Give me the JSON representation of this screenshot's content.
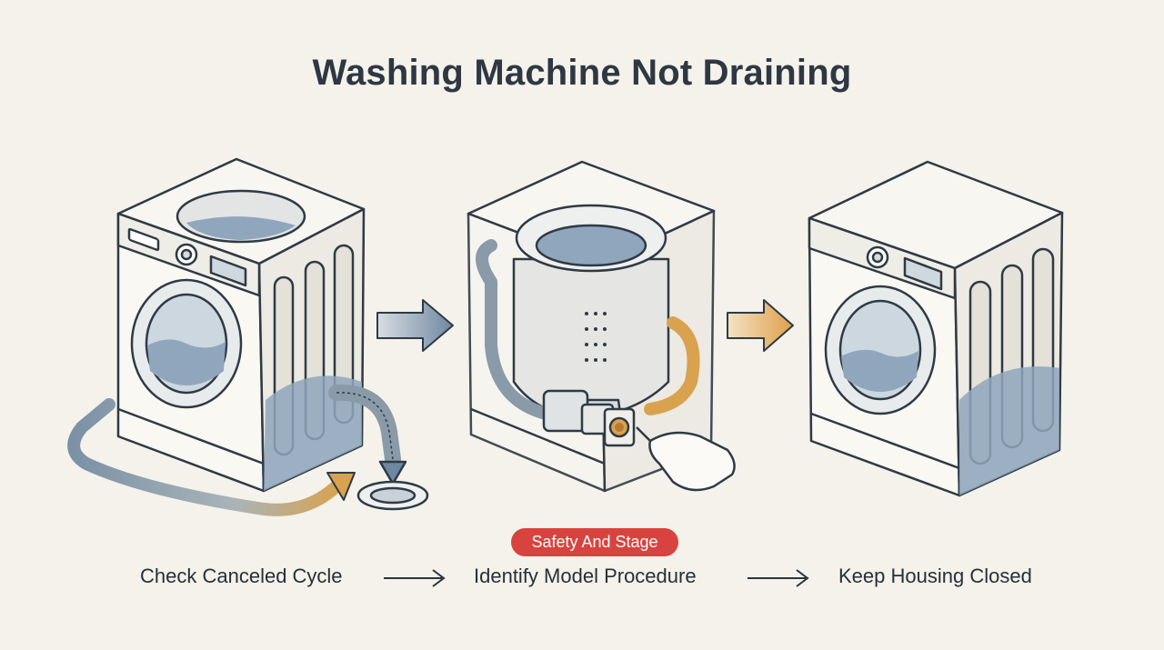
{
  "title": "Washing Machine Not Draining",
  "badge": "Safety And Stage",
  "steps": [
    {
      "label": "Check Canceled Cycle"
    },
    {
      "label": "Identify Model Procedure"
    },
    {
      "label": "Keep Housing Closed"
    }
  ],
  "colors": {
    "background": "#f4f2ea",
    "outline": "#2f3a45",
    "water": "#8fa6bd",
    "hose": "#7c91a6",
    "accent_orange": "#d9a24e",
    "badge": "#d9433f"
  }
}
